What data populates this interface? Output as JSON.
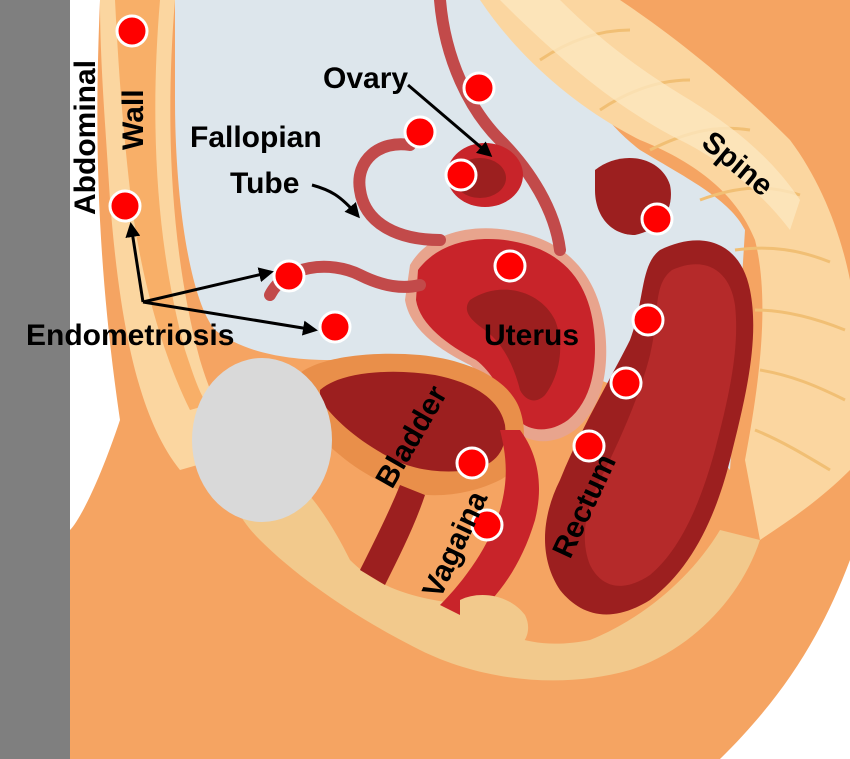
{
  "labels": {
    "abdominal": "Abdominal",
    "wall": "Wall",
    "ovary": "Ovary",
    "fallopian": "Fallopian",
    "tube": "Tube",
    "spine": "Spine",
    "endometriosis": "Endometriosis",
    "uterus": "Uterus",
    "bladder": "Bladder",
    "vagaina": "Vagaina",
    "rectum": "Rectum"
  },
  "colors": {
    "side_bar": "#7f7f7f",
    "skin": "#f5a462",
    "skin_dark": "#e98f4a",
    "bone": "#fcdba3",
    "cavity": "#dde6ec",
    "organ_dark": "#9c1f1f",
    "organ_red": "#c8242a",
    "organ_mid": "#b52a2a",
    "fat": "#f2c98c",
    "lesion": "#ff0000"
  },
  "lesion_marker_count": 14
}
